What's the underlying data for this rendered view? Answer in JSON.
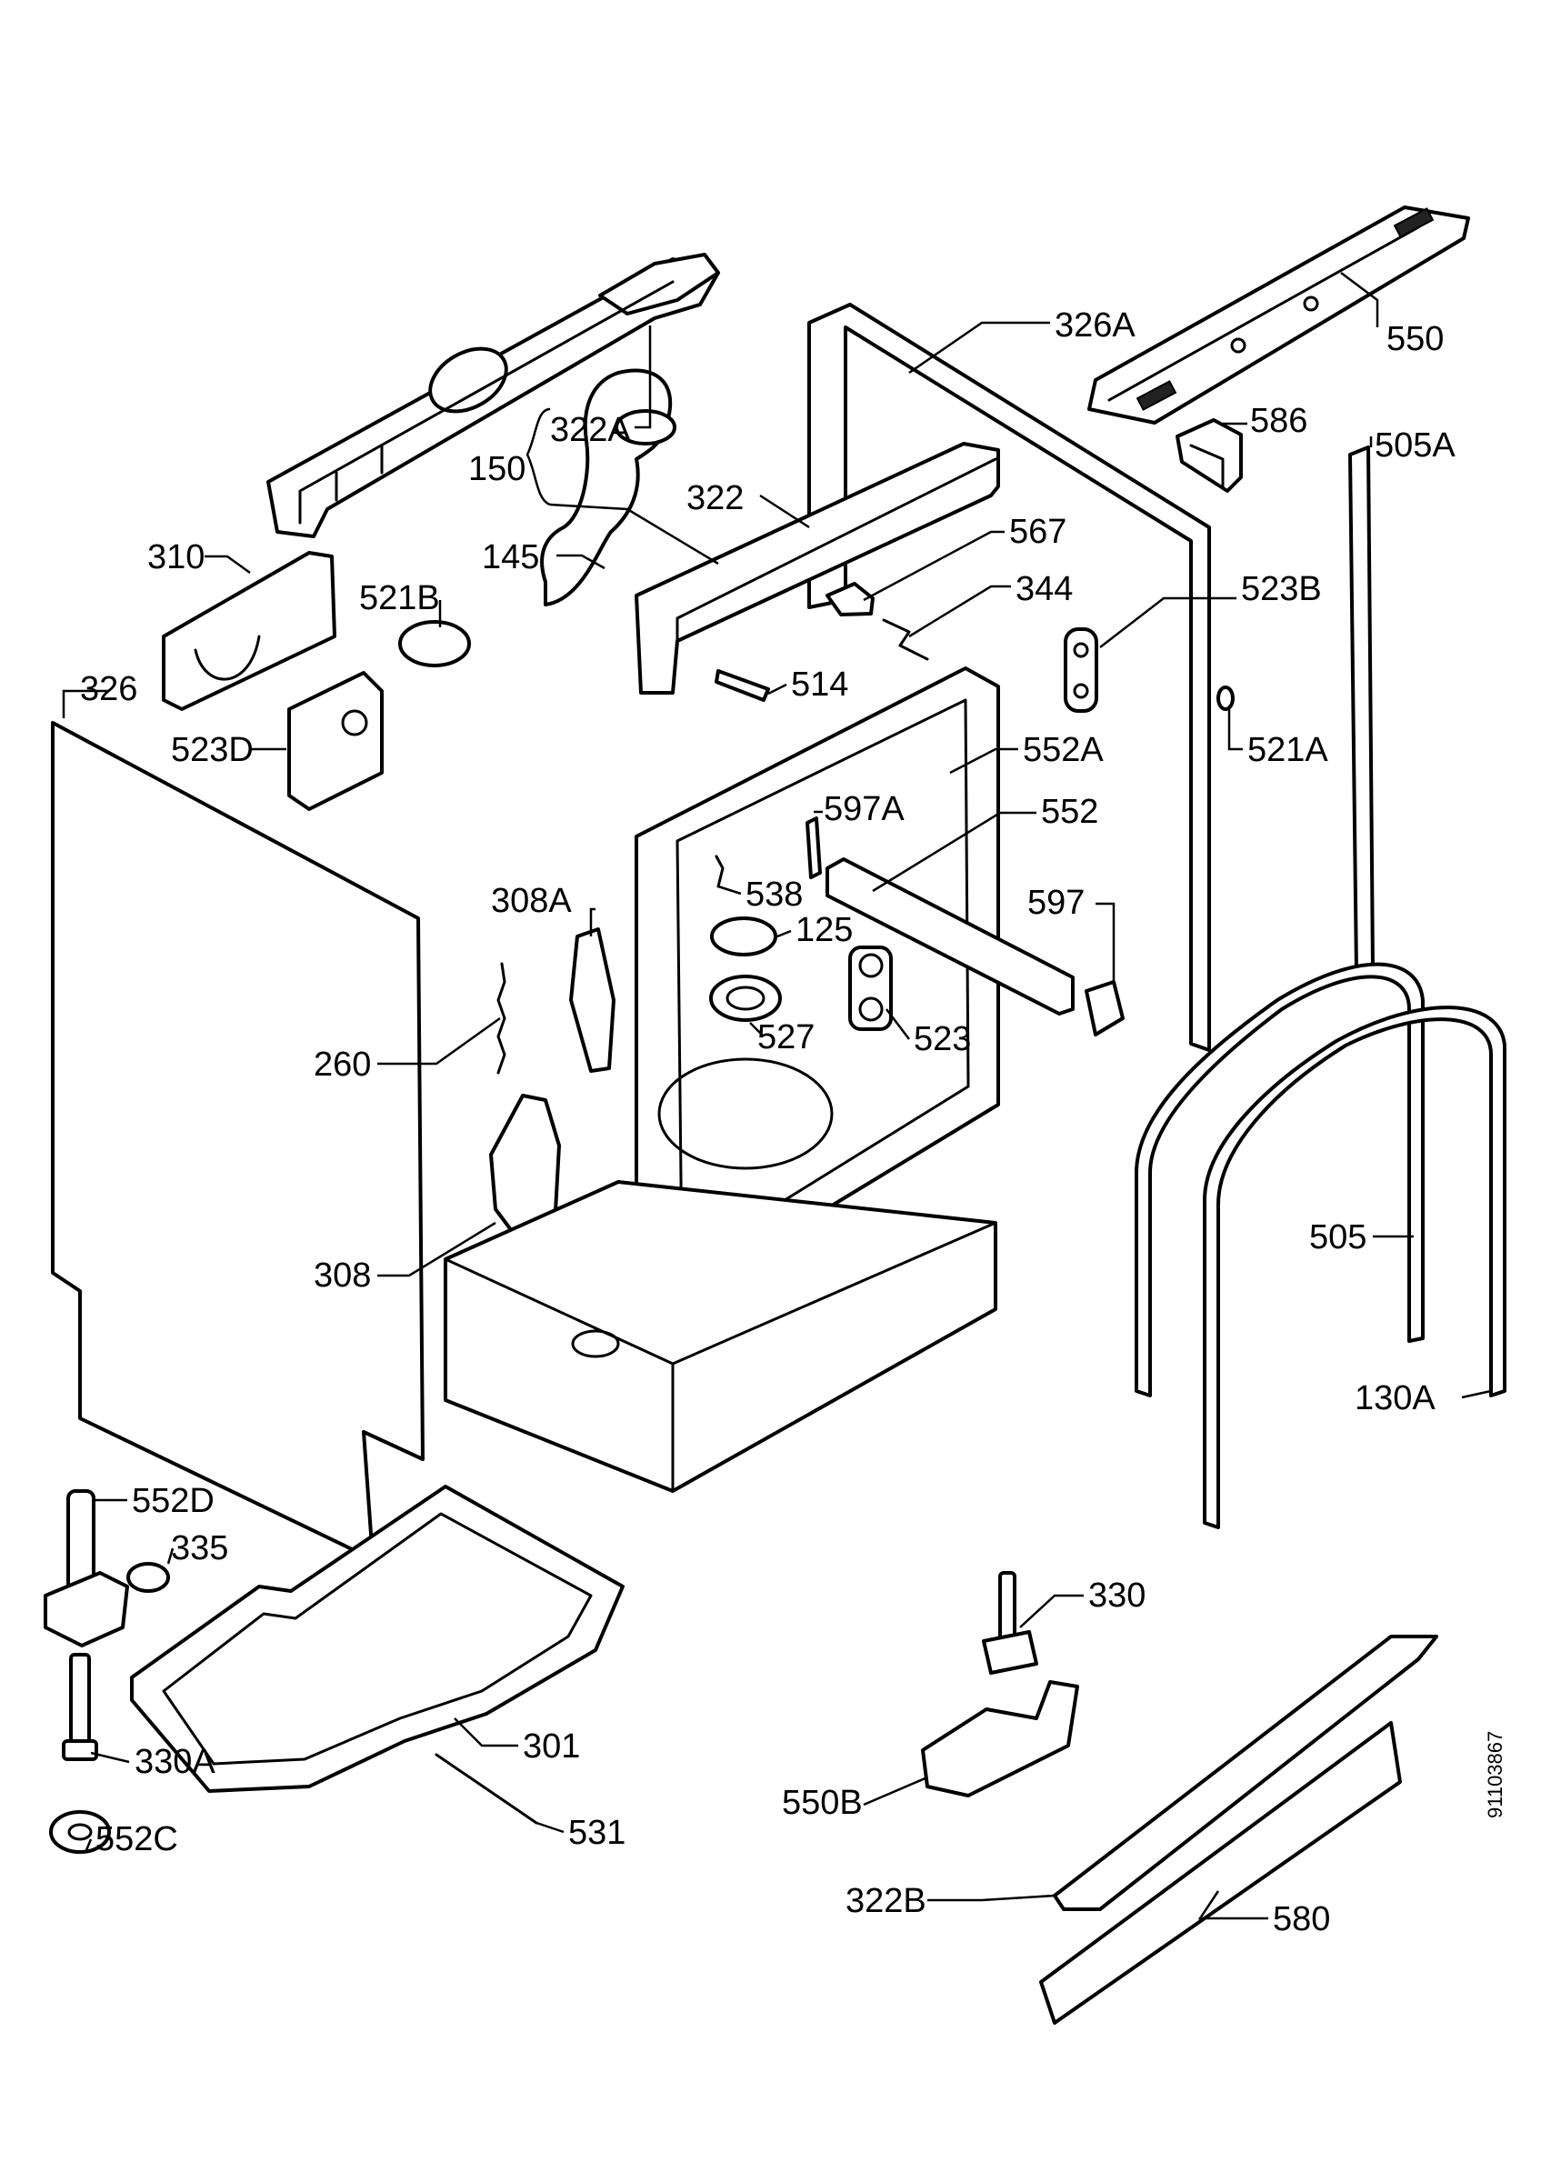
{
  "diagram": {
    "side_code": "91103867",
    "labels": [
      {
        "id": "322A",
        "text": "322A"
      },
      {
        "id": "150",
        "text": "150"
      },
      {
        "id": "326A",
        "text": "326A"
      },
      {
        "id": "550",
        "text": "550"
      },
      {
        "id": "586",
        "text": "586"
      },
      {
        "id": "505A",
        "text": "505A"
      },
      {
        "id": "322",
        "text": "322"
      },
      {
        "id": "567",
        "text": "567"
      },
      {
        "id": "310",
        "text": "310"
      },
      {
        "id": "145",
        "text": "145"
      },
      {
        "id": "344",
        "text": "344"
      },
      {
        "id": "521B",
        "text": "521B"
      },
      {
        "id": "523B",
        "text": "523B"
      },
      {
        "id": "326",
        "text": "326"
      },
      {
        "id": "514",
        "text": "514"
      },
      {
        "id": "523D",
        "text": "523D"
      },
      {
        "id": "521A",
        "text": "521A"
      },
      {
        "id": "552A",
        "text": "552A"
      },
      {
        "id": "597A",
        "text": "597A"
      },
      {
        "id": "552",
        "text": "552"
      },
      {
        "id": "538",
        "text": "538"
      },
      {
        "id": "308A",
        "text": "308A"
      },
      {
        "id": "597",
        "text": "597"
      },
      {
        "id": "125",
        "text": "125"
      },
      {
        "id": "260",
        "text": "260"
      },
      {
        "id": "527",
        "text": "527"
      },
      {
        "id": "523",
        "text": "523"
      },
      {
        "id": "505",
        "text": "505"
      },
      {
        "id": "308",
        "text": "308"
      },
      {
        "id": "130A",
        "text": "130A"
      },
      {
        "id": "552D",
        "text": "552D"
      },
      {
        "id": "335",
        "text": "335"
      },
      {
        "id": "330",
        "text": "330"
      },
      {
        "id": "301",
        "text": "301"
      },
      {
        "id": "330A",
        "text": "330A"
      },
      {
        "id": "550B",
        "text": "550B"
      },
      {
        "id": "531",
        "text": "531"
      },
      {
        "id": "552C",
        "text": "552C"
      },
      {
        "id": "322B",
        "text": "322B"
      },
      {
        "id": "580",
        "text": "580"
      }
    ]
  }
}
